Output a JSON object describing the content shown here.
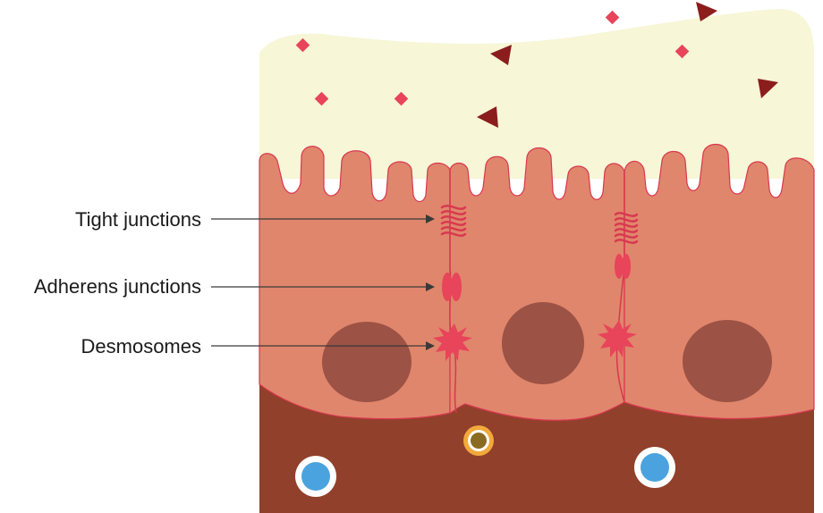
{
  "labels": {
    "tight_junctions": "Tight junctions",
    "adherens_junctions": "Adherens junctions",
    "desmosomes": "Desmosomes"
  },
  "colors": {
    "lumen": "#f7f6d6",
    "cell": "#e0866c",
    "cell_outline": "#d9374f",
    "nucleus": "#9c5244",
    "lamina_propria": "#91402b",
    "junction": "#e8445a",
    "diamond_particle": "#e8445a",
    "triangle_particle": "#8b1d1d",
    "immune_cell_blue": "#4aa3de",
    "immune_cell_orange_ring": "#f2a93b",
    "immune_cell_olive_core": "#8a6b22"
  }
}
